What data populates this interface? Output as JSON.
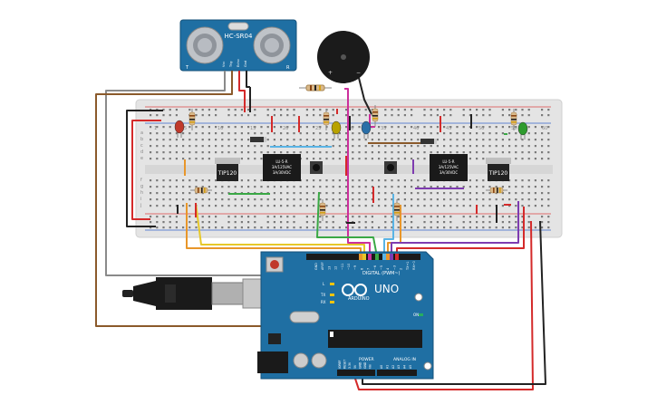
{
  "sensor": {
    "model": "HC-SR04",
    "pin_labels": [
      "Vcc",
      "Trig",
      "Echo",
      "Gnd"
    ],
    "corner_left": "T",
    "corner_right": "R"
  },
  "buzzer": {
    "plus": "+",
    "minus": "−"
  },
  "breadboard": {
    "row_letters_top": [
      "a",
      "b",
      "c",
      "d",
      "e"
    ],
    "row_letters_bottom": [
      "f",
      "g",
      "h",
      "i",
      "j"
    ],
    "col_numbers": [
      "1",
      "5",
      "10",
      "15",
      "20",
      "25",
      "30",
      "35",
      "40",
      "45",
      "50",
      "55",
      "60"
    ]
  },
  "transistors": [
    {
      "label": "TIP120"
    },
    {
      "label": "TIP120"
    }
  ],
  "relays": [
    {
      "lines": [
        "LU-5-R",
        "3A/125VAC",
        "3A/30VDC"
      ]
    },
    {
      "lines": [
        "LU-5-R",
        "3A/125VAC",
        "3A/30VDC"
      ]
    }
  ],
  "leds": [
    {
      "color": "#c0392b"
    },
    {
      "color": "#b8a200"
    },
    {
      "color": "#2a6fa8"
    },
    {
      "color": "#2e9b2e"
    }
  ],
  "arduino": {
    "brand": "ARDUINO",
    "model": "UNO",
    "digital_header": "DIGITAL (PWM~)",
    "power_header": "POWER",
    "analog_header": "ANALOG IN",
    "top_pins": [
      "GND",
      "AREF",
      "13",
      "12",
      "~11",
      "~10",
      "~9",
      "8",
      "7",
      "~6",
      "~5",
      "4",
      "~3",
      "2",
      "TX→1",
      "RX←0"
    ],
    "led_labels": [
      "L",
      "TX",
      "RX",
      "ON"
    ],
    "power_pins": [
      "IOREF",
      "RESET",
      "3.3V",
      "5V",
      "GND",
      "GND",
      "Vin"
    ],
    "analog_pins": [
      "A0",
      "A1",
      "A2",
      "A3",
      "A4",
      "A5"
    ]
  },
  "colors": {
    "board_blue": "#1f6fa3",
    "breadboard": "#e4e4e4",
    "wire_red": "#d42a2a",
    "wire_black": "#222222",
    "wire_orange": "#e8962a",
    "wire_yellow": "#e6c829",
    "wire_green": "#3aa845",
    "wire_blue": "#5ab4e5",
    "wire_purple": "#7e3bb0",
    "wire_magenta": "#cc2f9c",
    "wire_brown": "#8b5a2b",
    "wire_gray": "#8a8a8a"
  }
}
